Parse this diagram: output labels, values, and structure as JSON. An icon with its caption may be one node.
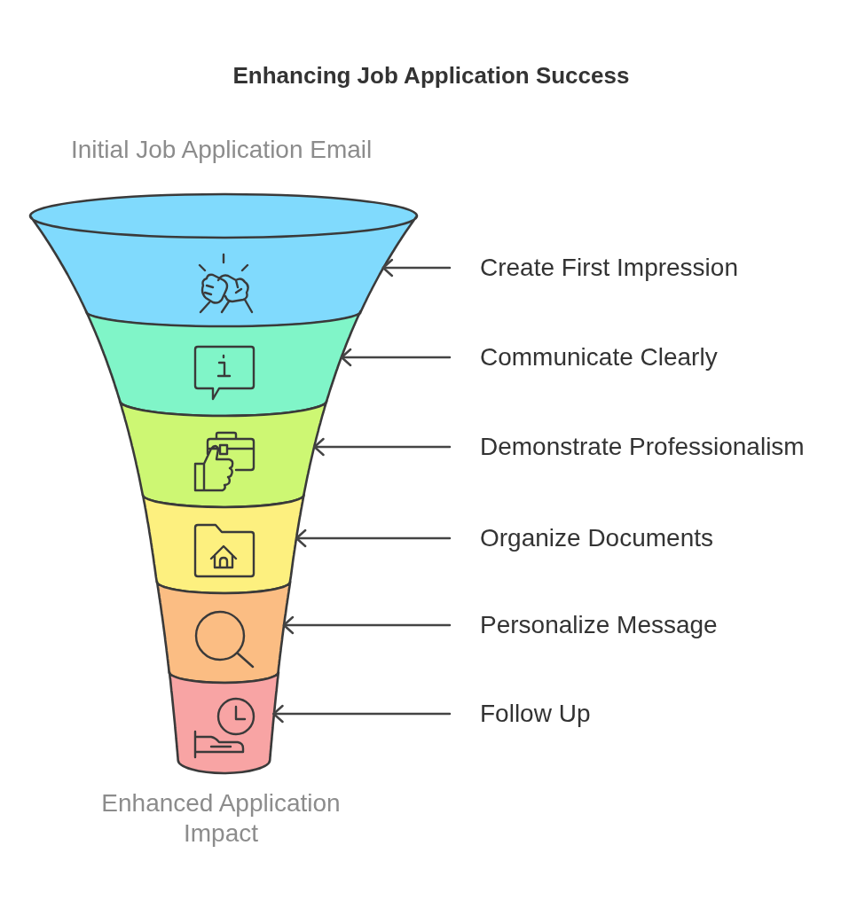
{
  "diagram": {
    "title": "Enhancing Job Application Success",
    "nodes": [
      {
        "text": [],
        "shape": "band"
      },
      {
        "text": [
          "Create First Impression"
        ]
      },
      {
        "text": [],
        "shape": "band"
      },
      {
        "text": [
          "Communicate Clearly"
        ]
      },
      {
        "text": [],
        "shape": "band"
      },
      {
        "text": [
          "Demonstrate Professionalism"
        ]
      },
      {
        "text": [],
        "shape": "band"
      },
      {
        "text": [
          "Organize Documents"
        ]
      },
      {
        "text": [],
        "shape": "band"
      },
      {
        "text": [
          "Personalize Message"
        ]
      },
      {
        "text": [],
        "shape": "band"
      },
      {
        "text": [
          "Follow Up"
        ]
      }
    ],
    "edges": [
      {
        "from": 1,
        "to": 0,
        "arrow": "to"
      },
      {
        "from": 3,
        "to": 2,
        "arrow": "to"
      },
      {
        "from": 5,
        "to": 4,
        "arrow": "to"
      },
      {
        "from": 7,
        "to": 6,
        "arrow": "to"
      },
      {
        "from": 9,
        "to": 8,
        "arrow": "to"
      },
      {
        "from": 11,
        "to": 10,
        "arrow": "to"
      }
    ],
    "labels": [
      "Initial Job Application Email",
      "Enhanced Application Impact"
    ]
  }
}
